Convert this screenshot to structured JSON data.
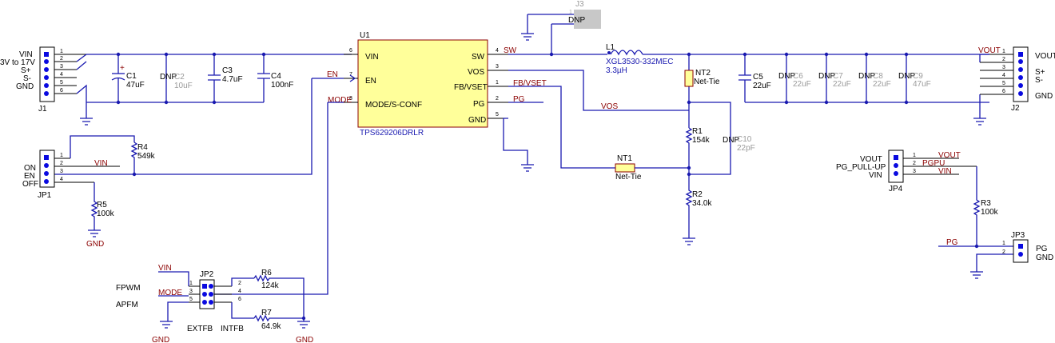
{
  "u1": {
    "ref": "U1",
    "part": "TPS629206DRLR",
    "pins_left": [
      {
        "num": "6",
        "name": "VIN"
      },
      {
        "num": "7",
        "name": "EN"
      },
      {
        "num": "8",
        "name": "MODE/S-CONF"
      }
    ],
    "pins_right": [
      {
        "num": "4",
        "name": "SW"
      },
      {
        "num": "3",
        "name": "VOS"
      },
      {
        "num": "1",
        "name": "FB/VSET"
      },
      {
        "num": "2",
        "name": "PG"
      },
      {
        "num": "5",
        "name": "GND"
      }
    ]
  },
  "j1": {
    "ref": "J1",
    "labels": [
      "VIN",
      "3V to 17V",
      "S+",
      "S-",
      "GND"
    ],
    "pins": [
      "1",
      "2",
      "3",
      "4",
      "5",
      "6"
    ]
  },
  "j2": {
    "ref": "J2",
    "labels": [
      "VOUT",
      "S+",
      "S-",
      "GND"
    ],
    "pins": [
      "1",
      "2",
      "3",
      "4",
      "5",
      "6"
    ]
  },
  "j3": {
    "ref": "J3",
    "pin": "1",
    "note": "DNP"
  },
  "jp1": {
    "ref": "JP1",
    "labels": [
      "ON",
      "EN",
      "OFF"
    ],
    "pins": [
      "1",
      "2",
      "3",
      "4"
    ]
  },
  "jp2": {
    "ref": "JP2",
    "labels": [
      "FPWM",
      "APFM",
      "EXTFB",
      "INTFB"
    ],
    "pins": [
      "1",
      "2",
      "3",
      "4",
      "5",
      "6"
    ]
  },
  "jp3": {
    "ref": "JP3",
    "labels": [
      "PG",
      "GND"
    ],
    "pins": [
      "1",
      "2"
    ]
  },
  "jp4": {
    "ref": "JP4",
    "labels": [
      "VOUT",
      "PG_PULL-UP",
      "VIN"
    ],
    "pins": [
      "1",
      "2",
      "3"
    ]
  },
  "caps_in": [
    {
      "ref": "C1",
      "value": "47uF",
      "dnp": false
    },
    {
      "ref": "C2",
      "value": "10uF",
      "dnp": true
    },
    {
      "ref": "C3",
      "value": "4.7uF",
      "dnp": false
    },
    {
      "ref": "C4",
      "value": "100nF",
      "dnp": false
    }
  ],
  "caps_out": [
    {
      "ref": "C5",
      "value": "22uF",
      "dnp": false
    },
    {
      "ref": "C6",
      "value": "22uF",
      "dnp": true
    },
    {
      "ref": "C7",
      "value": "22uF",
      "dnp": true
    },
    {
      "ref": "C8",
      "value": "22uF",
      "dnp": true
    },
    {
      "ref": "C9",
      "value": "47uF",
      "dnp": true
    }
  ],
  "c10": {
    "ref": "C10",
    "value": "22pF",
    "dnp": true
  },
  "l1": {
    "ref": "L1",
    "part": "XGL3530-332MEC",
    "value": "3.3µH"
  },
  "nt1": {
    "ref": "NT1",
    "part": "Net-Tie"
  },
  "nt2": {
    "ref": "NT2",
    "part": "Net-Tie"
  },
  "resistors": [
    {
      "ref": "R1",
      "value": "154k"
    },
    {
      "ref": "R2",
      "value": "34.0k"
    },
    {
      "ref": "R3",
      "value": "100k"
    },
    {
      "ref": "R4",
      "value": "549k"
    },
    {
      "ref": "R5",
      "value": "100k"
    },
    {
      "ref": "R6",
      "value": "124k"
    },
    {
      "ref": "R7",
      "value": "64.9k"
    }
  ],
  "dnp_text": "DNP",
  "cap_plus": "+",
  "nets": {
    "sw": "SW",
    "vos": "VOS",
    "fb": "FB/VSET",
    "pg": "PG",
    "pg2": "PG",
    "en": "EN",
    "mode": "MODE",
    "mode2": "MODE",
    "vin1": "VIN",
    "vin2": "VIN",
    "vin3": "VIN",
    "vout1": "VOUT",
    "vout2": "VOUT",
    "pgpu": "PGPU",
    "gnd1": "GND",
    "gnd2": "GND",
    "gnd3": "GND"
  },
  "colors": {
    "wire": "#1a1ab0",
    "net_label": "#8b0000",
    "ic_fill": "#ffff9a",
    "dnp_part": "#c0c0c0"
  }
}
